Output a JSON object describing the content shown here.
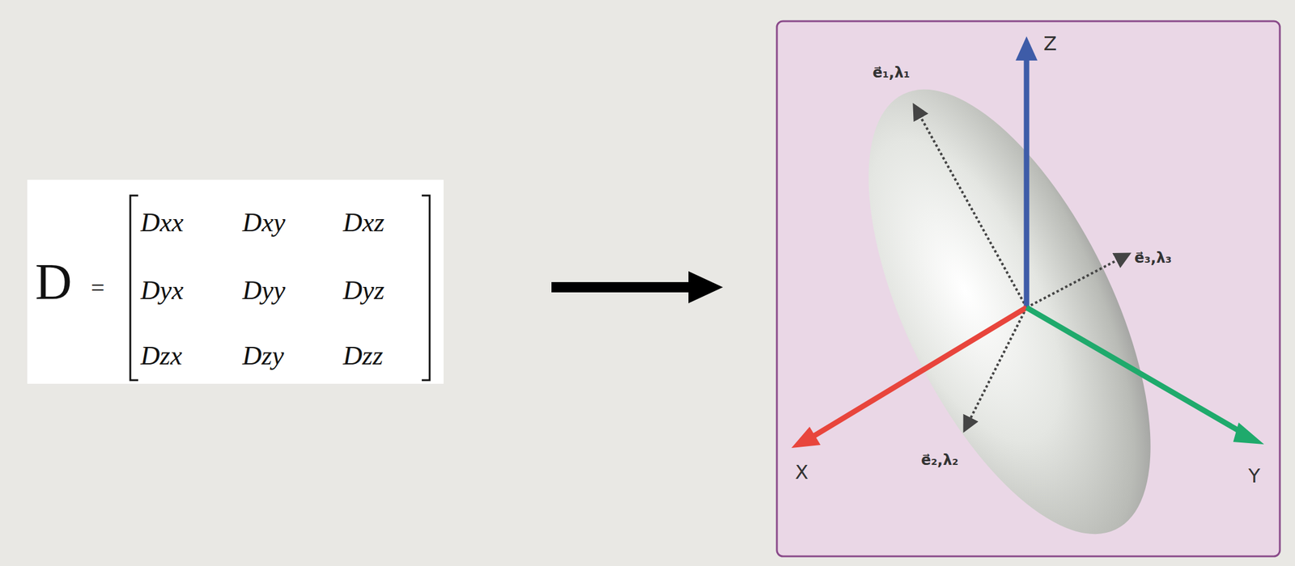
{
  "diagram": {
    "labels": [
      "D",
      "=",
      "Dxx",
      "Dxy",
      "Dxz",
      "Dyx",
      "Dyy",
      "Dyz",
      "Dzx",
      "Dzy",
      "Dzz",
      "Z",
      "X",
      "Y",
      "e⃗₁,λ₁",
      "e⃗₂,λ₂",
      "e⃗₃,λ₃"
    ]
  }
}
